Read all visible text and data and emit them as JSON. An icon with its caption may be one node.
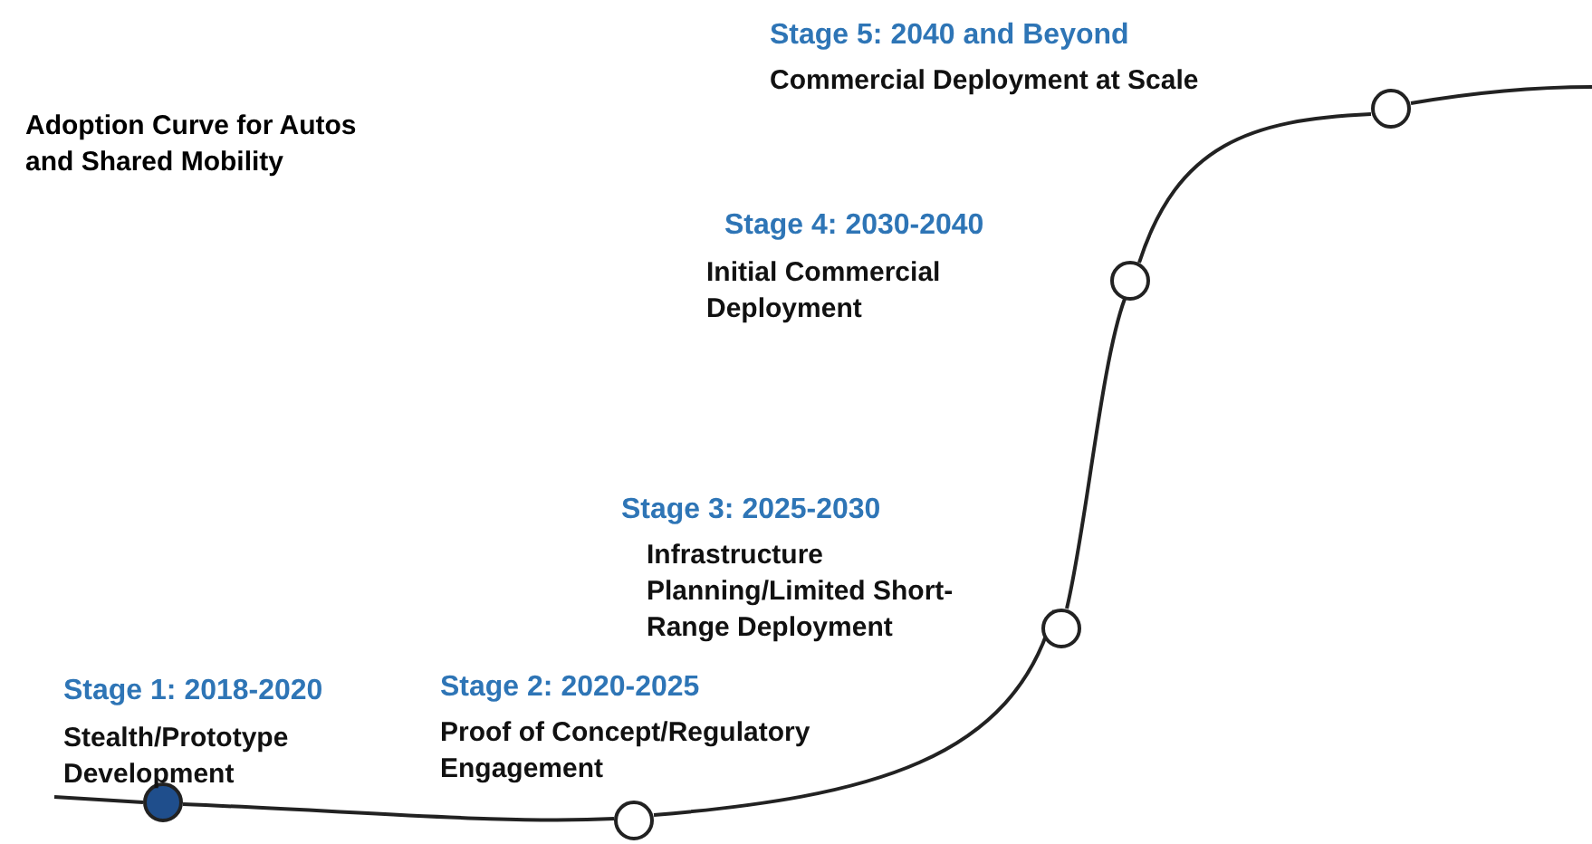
{
  "diagram": {
    "title": "Adoption Curve for Autos and Shared Mobility",
    "nodes": [
      {
        "text": [],
        "shape": "circle",
        "beside": [
          "Stage 1: 2018-2020",
          "Stealth/Prototype Development"
        ]
      },
      {
        "text": [],
        "shape": "circle",
        "beside": [
          "Stage 2: 2020-2025",
          "Proof of Concept/Regulatory Engagement"
        ]
      },
      {
        "text": [],
        "shape": "circle",
        "beside": [
          "Stage 3: 2025-2030",
          "Infrastructure Planning/Limited Short-Range Deployment"
        ]
      },
      {
        "text": [],
        "shape": "circle",
        "beside": [
          "Stage 4: 2030-2040",
          "Initial Commercial Deployment"
        ]
      },
      {
        "text": [],
        "shape": "circle",
        "beside": [
          "Stage 5: 2040 and Beyond",
          "Commercial Deployment at Scale"
        ]
      }
    ],
    "edges": [
      {
        "from": null,
        "to": 0,
        "arrow": "none"
      },
      {
        "from": 0,
        "to": 1,
        "arrow": "none"
      },
      {
        "from": 1,
        "to": 2,
        "arrow": "none"
      },
      {
        "from": 2,
        "to": 3,
        "arrow": "none"
      },
      {
        "from": 3,
        "to": 4,
        "arrow": "none"
      },
      {
        "from": 4,
        "to": null,
        "arrow": "none"
      }
    ]
  }
}
